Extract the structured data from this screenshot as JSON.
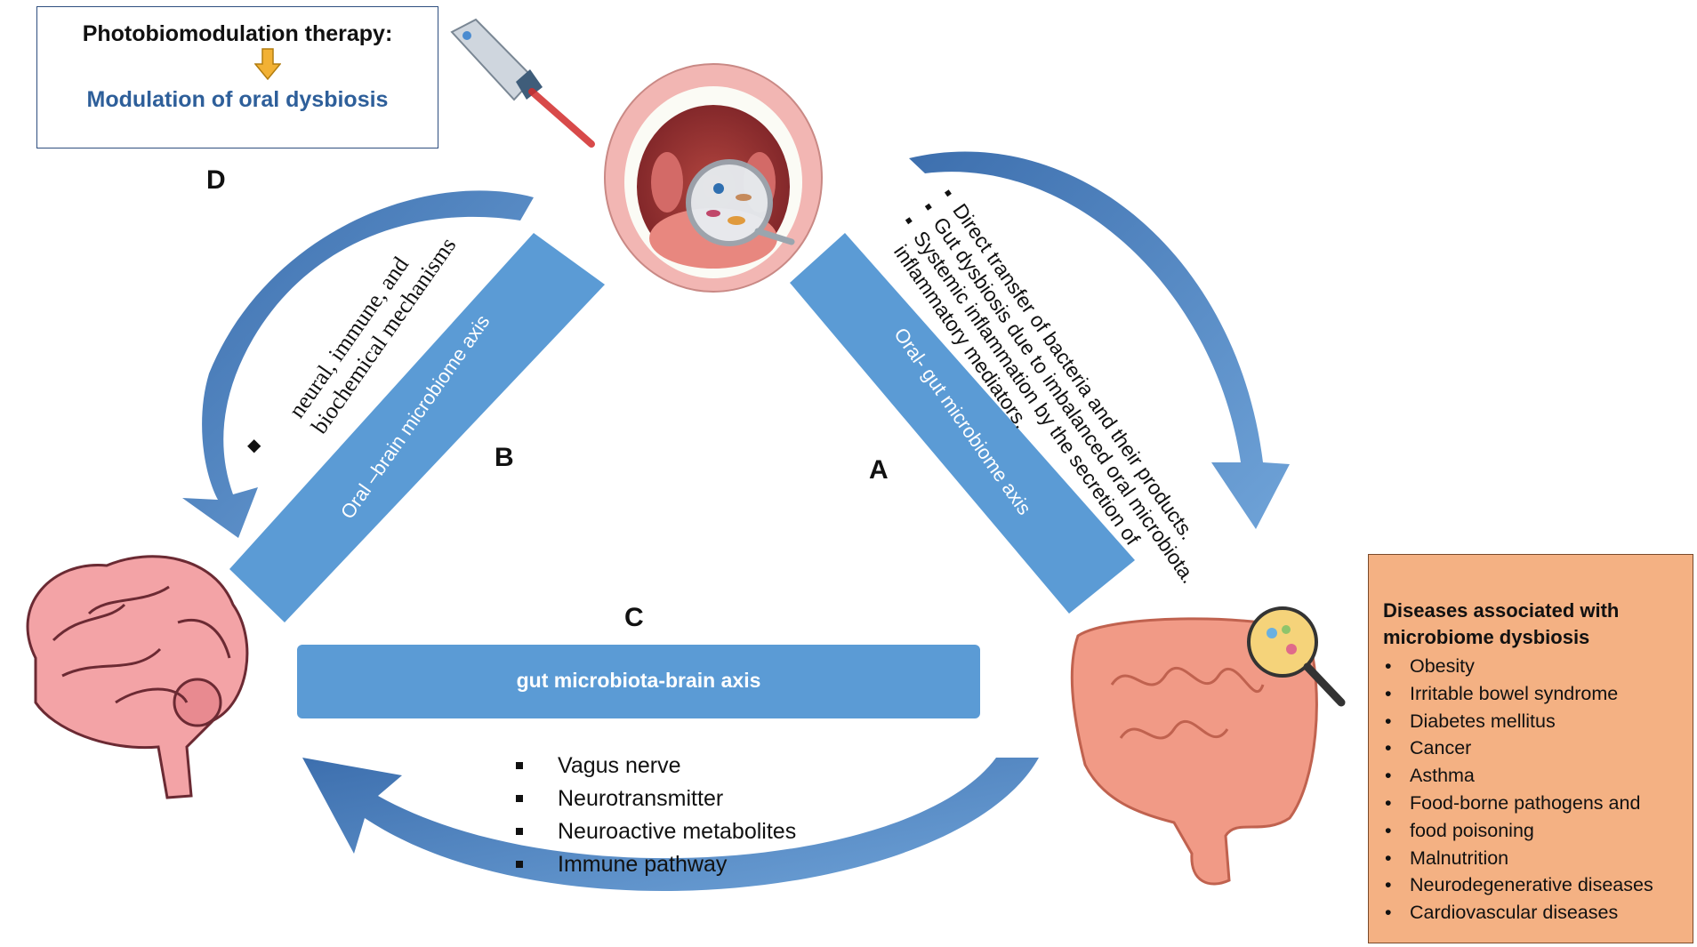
{
  "photobiomodulation": {
    "title": "Photobiomodulation therapy:",
    "subtitle": "Modulation of oral dysbiosis"
  },
  "labels": {
    "a": "A",
    "b": "B",
    "c": "C",
    "d": "D"
  },
  "axes": {
    "oral_brain": "Oral –brain microbiome axis",
    "oral_gut": "Oral- gut microbiome axis",
    "gut_brain": "gut microbiota-brain axis"
  },
  "mechanisms_b": [
    "neural, immune, and",
    "biochemical mechanisms"
  ],
  "mechanisms_a": [
    "Direct transfer of bacteria and their products.",
    "Gut dysbiosis due to imbalanced oral microbiota.",
    "Systemic inflammation by the secretion of",
    "inflammatory mediators."
  ],
  "mechanisms_c": [
    "Vagus nerve",
    "Neurotransmitter",
    "Neuroactive metabolites",
    "Immune pathway"
  ],
  "diseases": {
    "title_line1": "Diseases associated with",
    "title_line2": "microbiome dysbiosis",
    "items": [
      "Obesity",
      "Irritable bowel syndrome",
      "Diabetes mellitus",
      "Cancer",
      "Asthma",
      "Food-borne pathogens and",
      "food poisoning",
      "Malnutrition",
      "Neurodegenerative diseases",
      "Cardiovascular diseases"
    ]
  },
  "colors": {
    "band_blue": "#5b9bd5",
    "arrow_blue": "#4a7fbd",
    "pbm_blue": "#2e5f9a",
    "disease_bg": "#f4b183",
    "arrow_yellow": "#f2b134"
  },
  "icons": [
    "laser-device-icon",
    "open-mouth-icon",
    "brain-icon",
    "intestine-icon",
    "magnifier-icon"
  ]
}
